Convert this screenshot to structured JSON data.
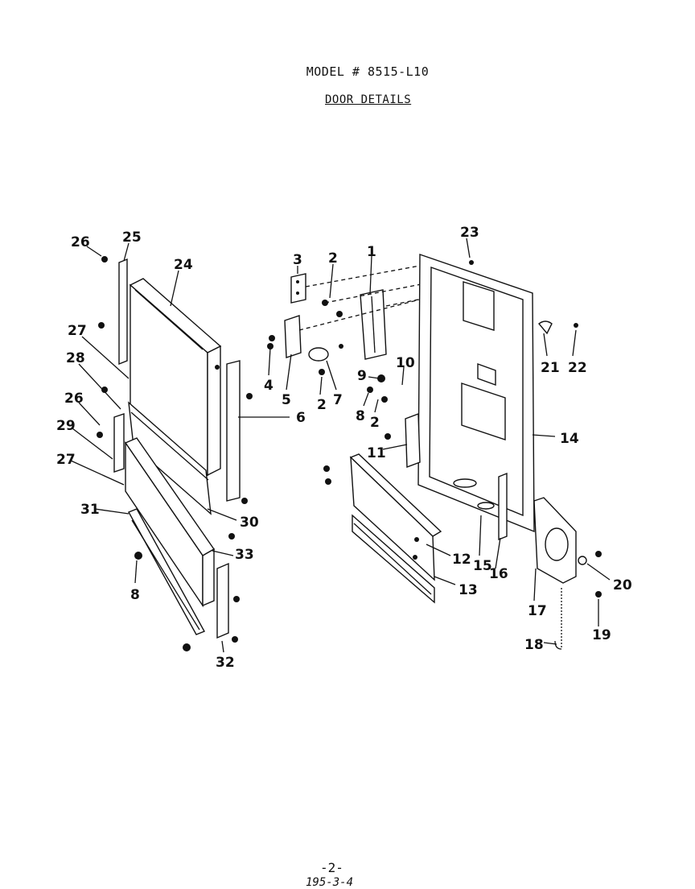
{
  "header": {
    "model": "MODEL # 8515-L10",
    "section": "DOOR DETAILS"
  },
  "footer": {
    "page": "-2-",
    "note": "195-3-4"
  },
  "callouts": [
    "1",
    "2",
    "3",
    "4",
    "5",
    "6",
    "7",
    "8",
    "9",
    "10",
    "11",
    "12",
    "13",
    "14",
    "15",
    "16",
    "17",
    "18",
    "19",
    "20",
    "21",
    "22",
    "23",
    "24",
    "25",
    "26",
    "27",
    "28",
    "29",
    "30",
    "31",
    "32",
    "33"
  ]
}
